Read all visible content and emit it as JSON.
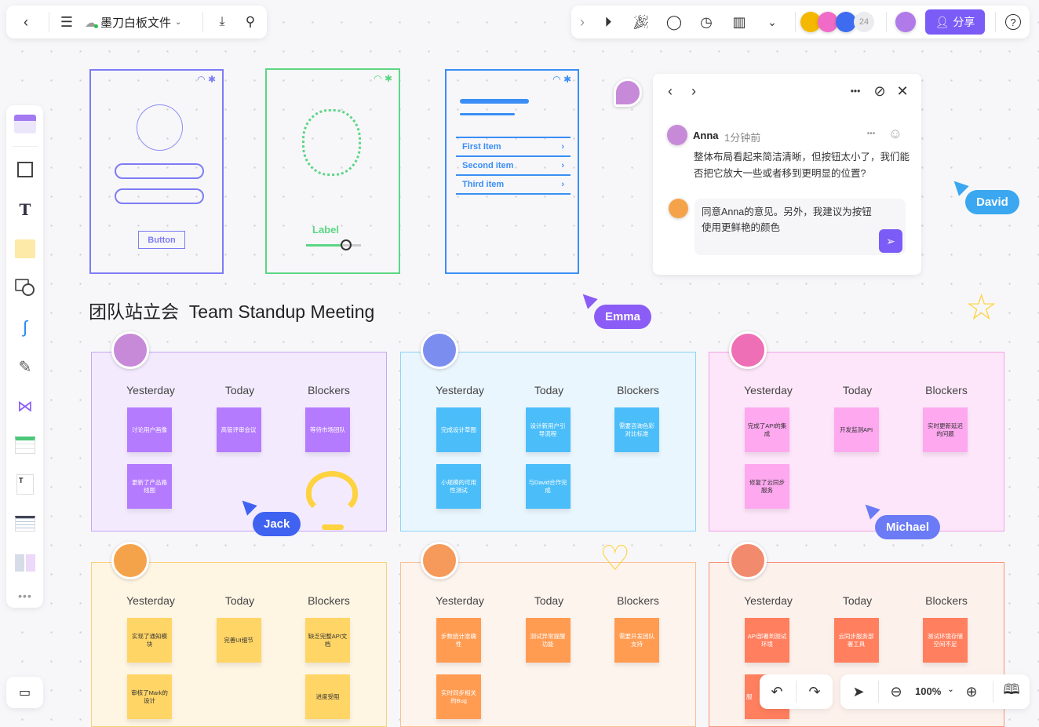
{
  "topbar": {
    "file_name": "墨刀白板文件",
    "collaborator_count": "24",
    "share_label": "分享"
  },
  "wireframes": {
    "button_label": "Button",
    "slider_label": "Label",
    "list_items": [
      "First Item",
      "Second item",
      "Third item"
    ]
  },
  "board_title": "团队站立会  Team Standup Meeting",
  "columns": [
    "Yesterday",
    "Today",
    "Blockers"
  ],
  "cards": [
    {
      "bg": "#f3eafe",
      "border": "#c9a6f7",
      "sticky": "#b57bff",
      "text_color": "#ffffff",
      "avatar": "#c78ad8",
      "yesterday": [
        "讨论用户画像",
        "更新了产品路线图"
      ],
      "today": [
        "高管评审会议"
      ],
      "blockers": [
        "等待市场团队"
      ]
    },
    {
      "bg": "#eaf6fe",
      "border": "#8fd3f8",
      "sticky": "#4bbef9",
      "text_color": "#ffffff",
      "avatar": "#7b8ef0",
      "yesterday": [
        "完成设计草图",
        "小规模的可用性测试"
      ],
      "today": [
        "设计新用户引导流程",
        "与David合作完成"
      ],
      "blockers": [
        "需要咨询色彩对比标准"
      ]
    },
    {
      "bg": "#fde6f9",
      "border": "#f3a2e6",
      "sticky": "#fda8ef",
      "text_color": "#333333",
      "avatar": "#ee6fb5",
      "yesterday": [
        "完成了API的集成",
        "修复了云同步服务"
      ],
      "today": [
        "开发监测API"
      ],
      "blockers": [
        "实时更新延迟的问题"
      ]
    },
    {
      "bg": "#fef5e3",
      "border": "#f8d27a",
      "sticky": "#ffd566",
      "text_color": "#333333",
      "avatar": "#f5a34a",
      "yesterday": [
        "实现了通知模块",
        "审核了Mark的设计"
      ],
      "today": [
        "完善UI细节"
      ],
      "blockers": [
        "缺乏完整API文档",
        "进度受阻"
      ]
    },
    {
      "bg": "#fef4ee",
      "border": "#fbbf95",
      "sticky": "#ff9c52",
      "text_color": "#ffffff",
      "avatar": "#f59a5a",
      "yesterday": [
        "步数统计准确性",
        "实时同步相关的Bug"
      ],
      "today": [
        "测试异常提醒功能"
      ],
      "blockers": [
        "需要开发团队支持"
      ]
    },
    {
      "bg": "#fdf1ec",
      "border": "#f8937a",
      "sticky": "#ff7f5e",
      "text_color": "#ffffff",
      "avatar": "#f28b6e",
      "yesterday": [
        "API部署到测试环境",
        "服"
      ],
      "today": [
        "云同步服务部署工具"
      ],
      "blockers": [
        "测试环境存储空间不足"
      ]
    }
  ],
  "cursors": [
    {
      "name": "Emma",
      "color": "#8b5cf6"
    },
    {
      "name": "Jack",
      "color": "#3f62f0"
    },
    {
      "name": "David",
      "color": "#3aa7f0"
    },
    {
      "name": "Michael",
      "color": "#6b7bf5"
    }
  ],
  "comment": {
    "author": "Anna",
    "time": "1分钟前",
    "text": "整体布局看起来简洁清晰，但按钮太小了，我们能否把它放大一些或者移到更明显的位置?",
    "reply": "同意Anna的意见。另外，我建议为按钮使用更鲜艳的颜色"
  },
  "zoom": {
    "level": "100%"
  },
  "colors": {
    "accent": "#7b5cf6",
    "online": "#2fbf4a"
  }
}
